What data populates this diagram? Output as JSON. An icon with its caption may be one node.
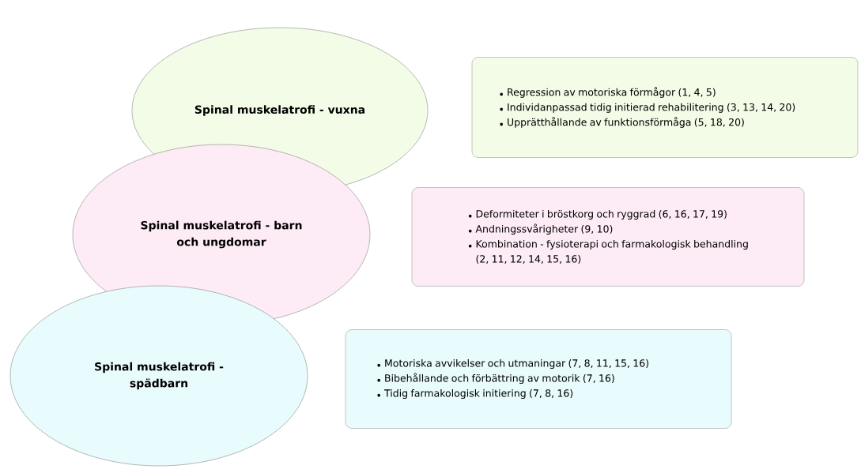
{
  "diagram": {
    "nodes": [
      {
        "text": [
          "Spinal muskelatrofi - vuxna"
        ]
      },
      {
        "text": [
          "Spinal muskelatrofi - barn och ungdomar"
        ]
      },
      {
        "text": [
          "Spinal muskelatrofi - spädbarn"
        ]
      },
      {
        "text": [
          "Regression av motoriska förmågor (1, 4, 5)",
          "Individanpassad tidig initierad rehabilitering (3, 13, 14, 20)",
          "Upprätthållande av funktionsförmåga (5, 18, 20)"
        ]
      },
      {
        "text": [
          "Deformiteter i bröstkorg och ryggrad (6, 16, 17, 19)",
          "Andningssvårigheter (9, 10)",
          "Kombination - fysioterapi och farmakologisk behandling (2, 11, 12, 14, 15, 16)"
        ]
      },
      {
        "text": [
          "Motoriska avvikelser och utmaningar (7, 8, 11, 15, 16)",
          "Bibehållande och förbättring av motorik (7, 16)",
          "Tidig farmakologisk initiering (7, 8, 16)"
        ]
      }
    ]
  }
}
